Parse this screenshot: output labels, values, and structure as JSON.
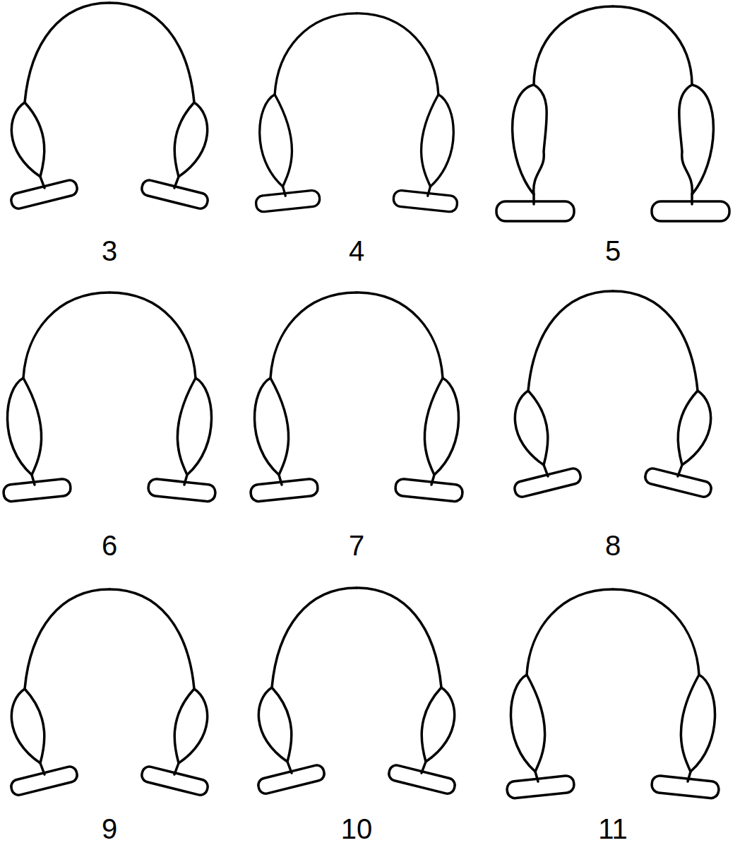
{
  "diagram": {
    "labels": [
      "3",
      "4",
      "5",
      "6",
      "7",
      "8",
      "9",
      "10",
      "11"
    ]
  }
}
